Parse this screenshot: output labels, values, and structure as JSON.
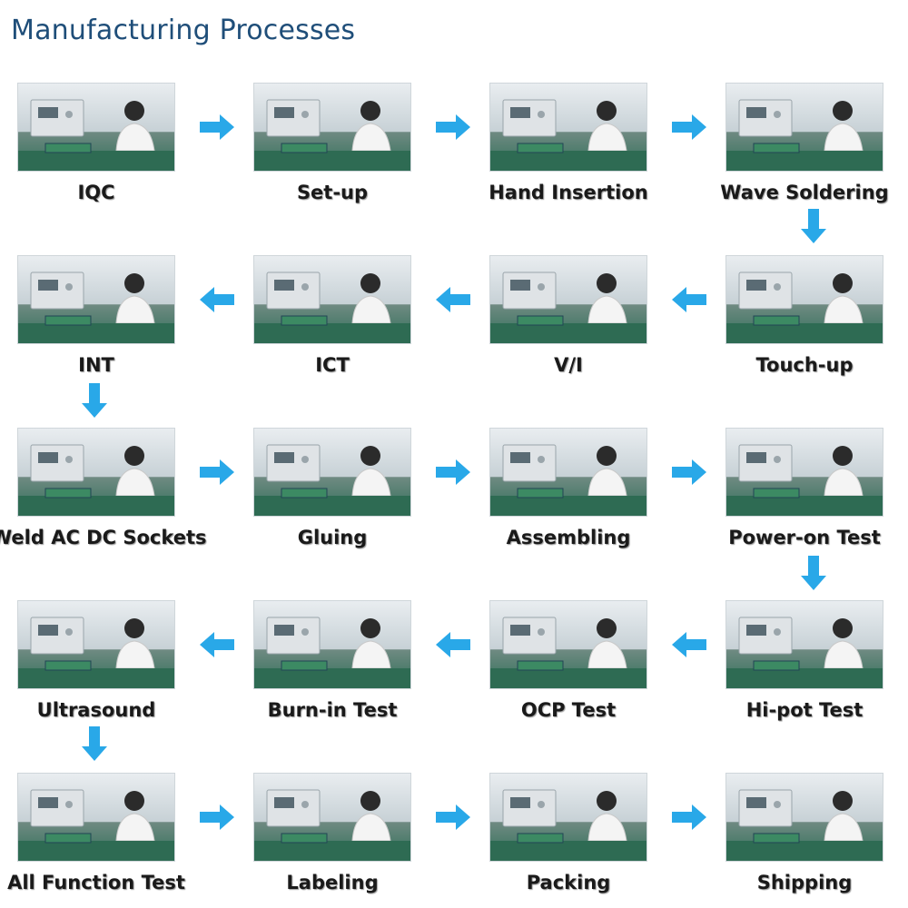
{
  "title": "Manufacturing Processes",
  "accent_color": "#29a8e8",
  "steps": [
    {
      "label": "IQC"
    },
    {
      "label": "Set-up"
    },
    {
      "label": "Hand Insertion"
    },
    {
      "label": "Wave Soldering"
    },
    {
      "label": "Touch-up"
    },
    {
      "label": "V/I"
    },
    {
      "label": "ICT"
    },
    {
      "label": "INT"
    },
    {
      "label": "Weld AC DC Sockets"
    },
    {
      "label": "Gluing"
    },
    {
      "label": "Assembling"
    },
    {
      "label": "Power-on Test"
    },
    {
      "label": "Hi-pot Test"
    },
    {
      "label": "OCP Test"
    },
    {
      "label": "Burn-in Test"
    },
    {
      "label": "Ultrasound"
    },
    {
      "label": "All Function Test"
    },
    {
      "label": "Labeling"
    },
    {
      "label": "Packing"
    },
    {
      "label": "Shipping"
    }
  ]
}
